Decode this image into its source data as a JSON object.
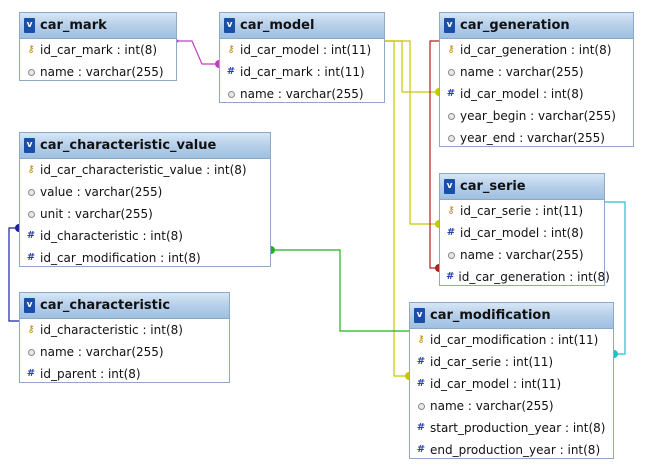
{
  "icons": {
    "table": "v",
    "primary_key": "key-icon",
    "foreign_key": "#",
    "column": "circle-icon"
  },
  "colors": {
    "link_mark": "#c040c0",
    "link_model": "#c8c800",
    "link_generation": "#b02020",
    "link_serie": "#20c0c8",
    "link_characteristic": "#2020a0",
    "link_char_value": "#20b020"
  },
  "tables": {
    "car_mark": {
      "title": "car_mark",
      "columns": [
        {
          "kind": "pk",
          "text": "id_car_mark : int(8)"
        },
        {
          "kind": "col",
          "text": "name : varchar(255)"
        }
      ]
    },
    "car_model": {
      "title": "car_model",
      "columns": [
        {
          "kind": "pk",
          "text": "id_car_model : int(11)"
        },
        {
          "kind": "fk",
          "text": "id_car_mark : int(11)"
        },
        {
          "kind": "col",
          "text": "name : varchar(255)"
        }
      ]
    },
    "car_generation": {
      "title": "car_generation",
      "columns": [
        {
          "kind": "pk",
          "text": "id_car_generation : int(8)"
        },
        {
          "kind": "col",
          "text": "name : varchar(255)"
        },
        {
          "kind": "fk",
          "text": "id_car_model : int(8)"
        },
        {
          "kind": "col",
          "text": "year_begin : varchar(255)"
        },
        {
          "kind": "col",
          "text": "year_end : varchar(255)"
        }
      ]
    },
    "car_characteristic_value": {
      "title": "car_characteristic_value",
      "columns": [
        {
          "kind": "pk",
          "text": "id_car_characteristic_value : int(8)"
        },
        {
          "kind": "col",
          "text": "value : varchar(255)"
        },
        {
          "kind": "col",
          "text": "unit : varchar(255)"
        },
        {
          "kind": "fk",
          "text": "id_characteristic : int(8)"
        },
        {
          "kind": "fk",
          "text": "id_car_modification : int(8)"
        }
      ]
    },
    "car_serie": {
      "title": "car_serie",
      "columns": [
        {
          "kind": "pk",
          "text": "id_car_serie : int(11)"
        },
        {
          "kind": "fk",
          "text": "id_car_model : int(8)"
        },
        {
          "kind": "col",
          "text": "name : varchar(255)"
        },
        {
          "kind": "fk",
          "text": "id_car_generation : int(8)"
        }
      ]
    },
    "car_characteristic": {
      "title": "car_characteristic",
      "columns": [
        {
          "kind": "pk",
          "text": "id_characteristic : int(8)"
        },
        {
          "kind": "col",
          "text": "name : varchar(255)"
        },
        {
          "kind": "fk",
          "text": "id_parent : int(8)"
        }
      ]
    },
    "car_modification": {
      "title": "car_modification",
      "columns": [
        {
          "kind": "pk",
          "text": "id_car_modification : int(11)"
        },
        {
          "kind": "fk",
          "text": "id_car_serie : int(11)"
        },
        {
          "kind": "fk",
          "text": "id_car_model : int(11)"
        },
        {
          "kind": "col",
          "text": "name : varchar(255)"
        },
        {
          "kind": "fk",
          "text": "start_production_year : int(8)"
        },
        {
          "kind": "fk",
          "text": "end_production_year : int(8)"
        }
      ]
    }
  }
}
